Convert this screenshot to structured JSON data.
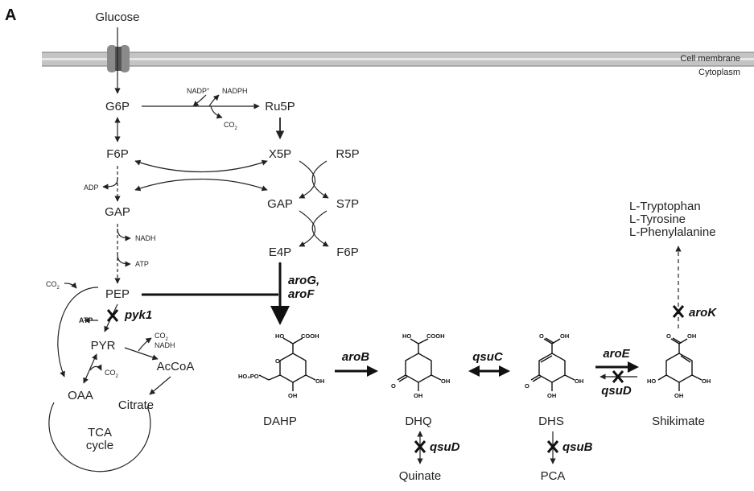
{
  "panel_label": "A",
  "compartments": {
    "membrane": "Cell membrane",
    "cytoplasm": "Cytoplasm"
  },
  "metabolites": {
    "glucose": "Glucose",
    "g6p": "G6P",
    "f6p": "F6P",
    "gap": "GAP",
    "pep": "PEP",
    "pyr": "PYR",
    "acoa": "AcCoA",
    "oaa": "OAA",
    "citrate": "Citrate",
    "tca": "TCA",
    "cycle": "cycle",
    "ru5p": "Ru5P",
    "x5p": "X5P",
    "r5p": "R5P",
    "gap2": "GAP",
    "s7p": "S7P",
    "e4p": "E4P",
    "f6p2": "F6P",
    "dahp": "DAHP",
    "dhq": "DHQ",
    "dhs": "DHS",
    "shikimate": "Shikimate",
    "quinate": "Quinate",
    "pca": "PCA",
    "trp": "L-Tryptophan",
    "tyr": "L-Tyrosine",
    "phe": "L-Phenylalanine"
  },
  "cofactors": {
    "nadp": "NADP",
    "nadp_sup": "+",
    "nadph": "NADPH",
    "co2_a": "CO",
    "co2_b": "CO",
    "co2_c": "CO",
    "co2_d": "CO",
    "co2_sub": "2",
    "adp": "ADP",
    "nadh1": "NADH",
    "atp1": "ATP",
    "atp2": "ATP",
    "nadh2": "NADH"
  },
  "genes": {
    "arog": "aroG,",
    "arof": "aroF",
    "pyk1": "pyk1",
    "arob": "aroB",
    "qsuc": "qsuC",
    "aroe": "aroE",
    "qsud1": "qsuD",
    "qsud2": "qsuD",
    "qsub": "qsuB",
    "arok": "aroK"
  },
  "chem_labels": {
    "ho": "HO",
    "cooh": "COOH",
    "oh": "OH",
    "po3": "HO₃PO",
    "o": "O"
  },
  "colors": {
    "membrane": "#bdbdbd",
    "membrane_line": "#8a8a8a",
    "transporter": "#7d7d7d",
    "ink": "#222222"
  }
}
